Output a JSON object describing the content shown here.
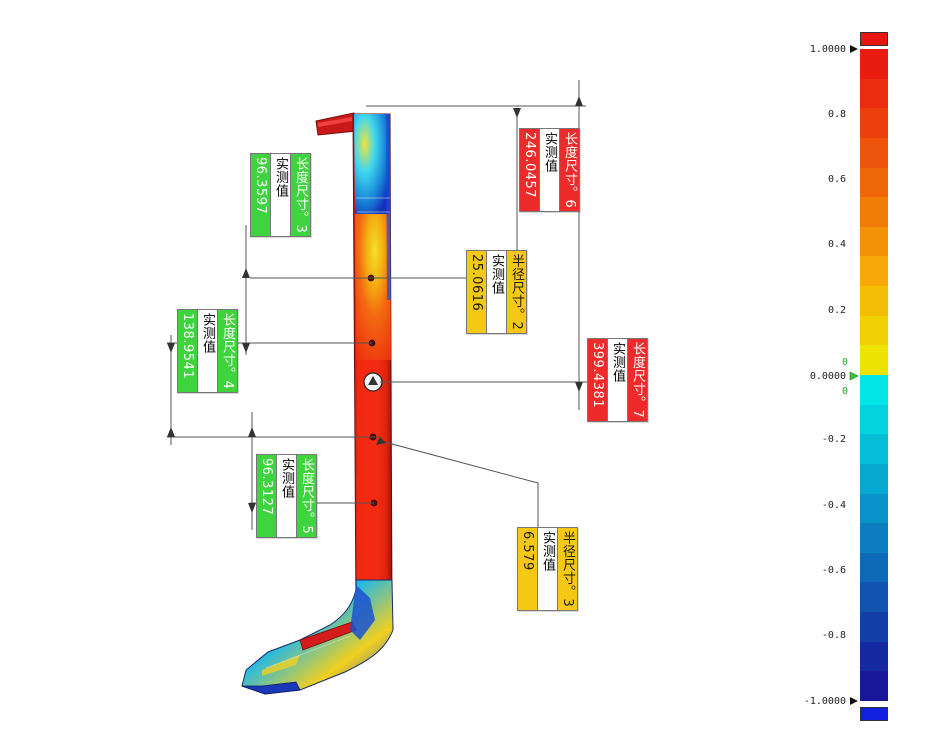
{
  "dimensions": [
    {
      "title": "长度尺寸。3",
      "label": "实测值",
      "value": "96.3597"
    },
    {
      "title": "长度尺寸。4",
      "label": "实测值",
      "value": "138.9541"
    },
    {
      "title": "长度尺寸。5",
      "label": "实测值",
      "value": "96.3127"
    },
    {
      "title": "长度尺寸。6",
      "label": "实测值",
      "value": "246.0457"
    },
    {
      "title": "长度尺寸。7",
      "label": "实测值",
      "value": "399.4381"
    },
    {
      "title": "半径尺寸。2",
      "label": "实测值",
      "value": "25.0616"
    },
    {
      "title": "半径尺寸。3",
      "label": "实测值",
      "value": "6.579"
    }
  ],
  "legend": {
    "max_label": "1.0000",
    "min_label": "-1.0000",
    "zero_label": "0.0000",
    "zero_small_upper": "0",
    "zero_small_lower": "0",
    "ticks": [
      "0.8",
      "0.6",
      "0.4",
      "0.2",
      "-0.2",
      "-0.4",
      "-0.6",
      "-0.8"
    ],
    "colors": [
      "#e81c10",
      "#ea2d0e",
      "#ec400c",
      "#ee530b",
      "#f0670a",
      "#f27c08",
      "#f49207",
      "#f5a807",
      "#f4bd06",
      "#f1d106",
      "#ede405",
      "#04e6e6",
      "#04d2df",
      "#05bdd7",
      "#07a8d0",
      "#0a93c8",
      "#0c7ec0",
      "#0e69b8",
      "#1154b0",
      "#133fa8",
      "#152aa1",
      "#18179a"
    ],
    "over_color": "#e8140f",
    "under_color": "#1420e0",
    "zero_color": "#3cc43c"
  }
}
